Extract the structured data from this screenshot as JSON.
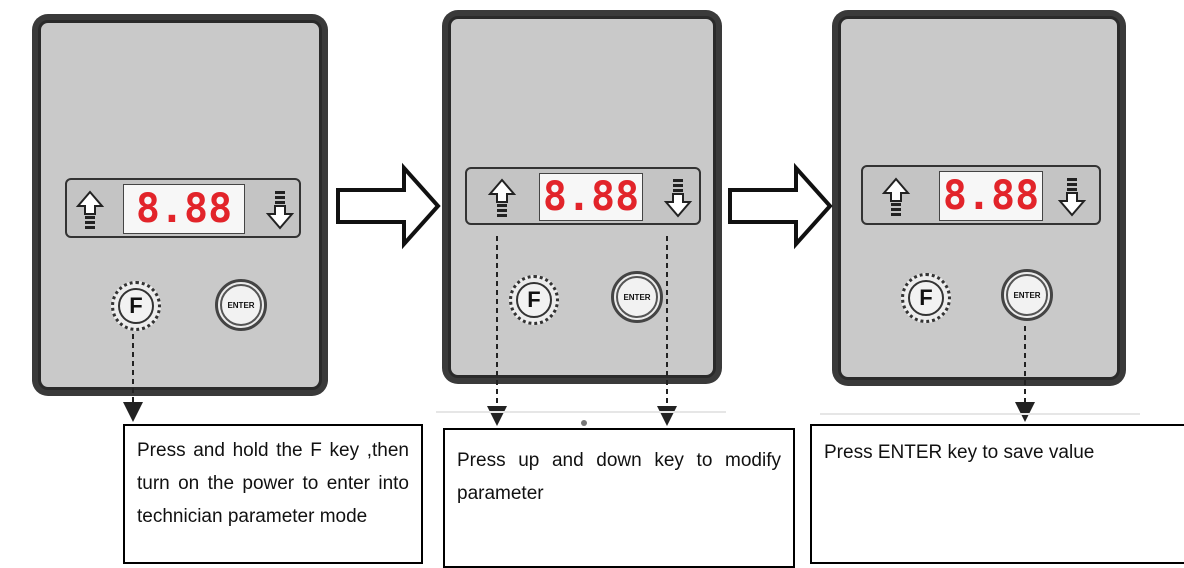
{
  "display": {
    "readout": "8.88"
  },
  "keys": {
    "f_label": "F",
    "enter_label": "ENTER"
  },
  "steps": [
    {
      "caption": "Press and hold the F key ,then turn on the power to enter into technician parameter mode"
    },
    {
      "caption": "Press up and down key to modify parameter"
    },
    {
      "caption": "Press ENTER key to save value"
    }
  ],
  "colors": {
    "panel": "#c9c9c9",
    "digits": "#e2242a",
    "frame": "#2a2a2a"
  },
  "icons": [
    "up-arrow-icon",
    "down-arrow-icon",
    "flow-arrow-icon",
    "dashed-pointer-arrow-icon"
  ]
}
